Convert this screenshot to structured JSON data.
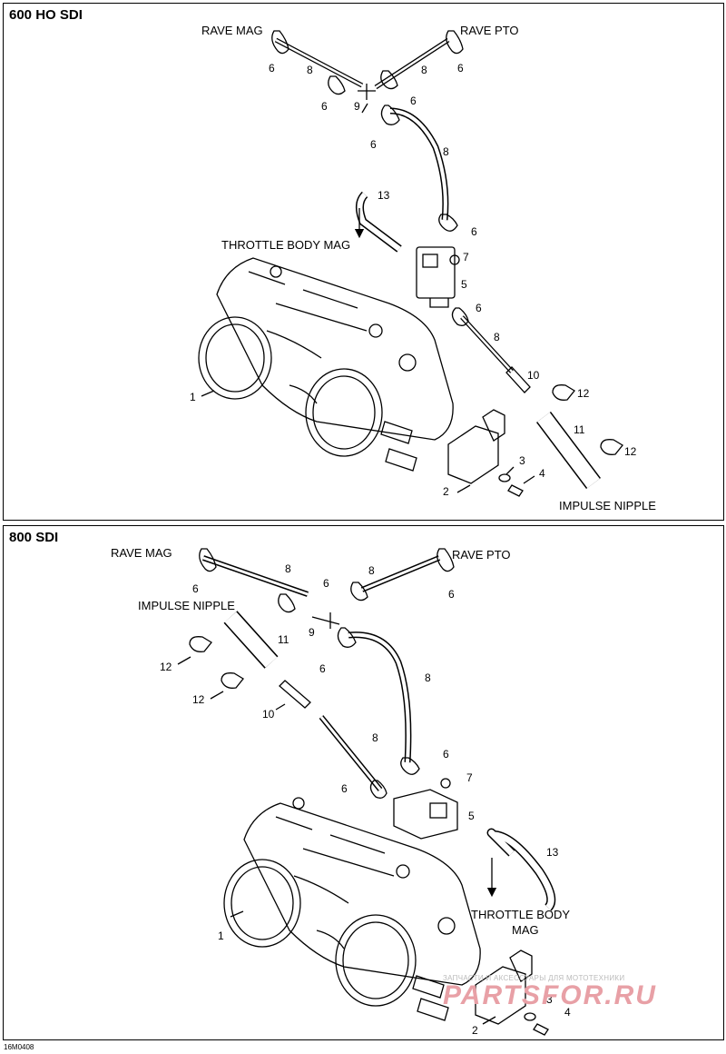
{
  "figure_code": "16M0408",
  "watermark": {
    "line1": "ЗАПЧАСТИ И АКСЕССУАРЫ ДЛЯ МОТОТЕХНИКИ",
    "line2": "PARTSFOR.RU"
  },
  "panels": [
    {
      "title": "600 HO SDI",
      "labels": {
        "rave_mag": "RAVE MAG",
        "rave_pto": "RAVE PTO",
        "throttle_body_mag": "THROTTLE BODY MAG",
        "impulse_nipple": "IMPULSE NIPPLE"
      },
      "callouts": [
        "6",
        "8",
        "8",
        "6",
        "6",
        "9",
        "6",
        "6",
        "8",
        "13",
        "6",
        "7",
        "5",
        "6",
        "8",
        "10",
        "12",
        "11",
        "12",
        "1",
        "3",
        "4",
        "2"
      ]
    },
    {
      "title": "800 SDI",
      "labels": {
        "rave_mag": "RAVE MAG",
        "rave_pto": "RAVE PTO",
        "impulse_nipple": "IMPULSE NIPPLE",
        "throttle_body_line1": "THROTTLE BODY",
        "throttle_body_line2": "MAG"
      },
      "callouts": [
        "8",
        "8",
        "6",
        "6",
        "6",
        "11",
        "9",
        "12",
        "6",
        "8",
        "12",
        "10",
        "8",
        "6",
        "7",
        "6",
        "5",
        "13",
        "1",
        "3",
        "4",
        "2"
      ]
    }
  ],
  "colors": {
    "line": "#000000",
    "background": "#ffffff",
    "watermark": "#e8a0a6"
  }
}
